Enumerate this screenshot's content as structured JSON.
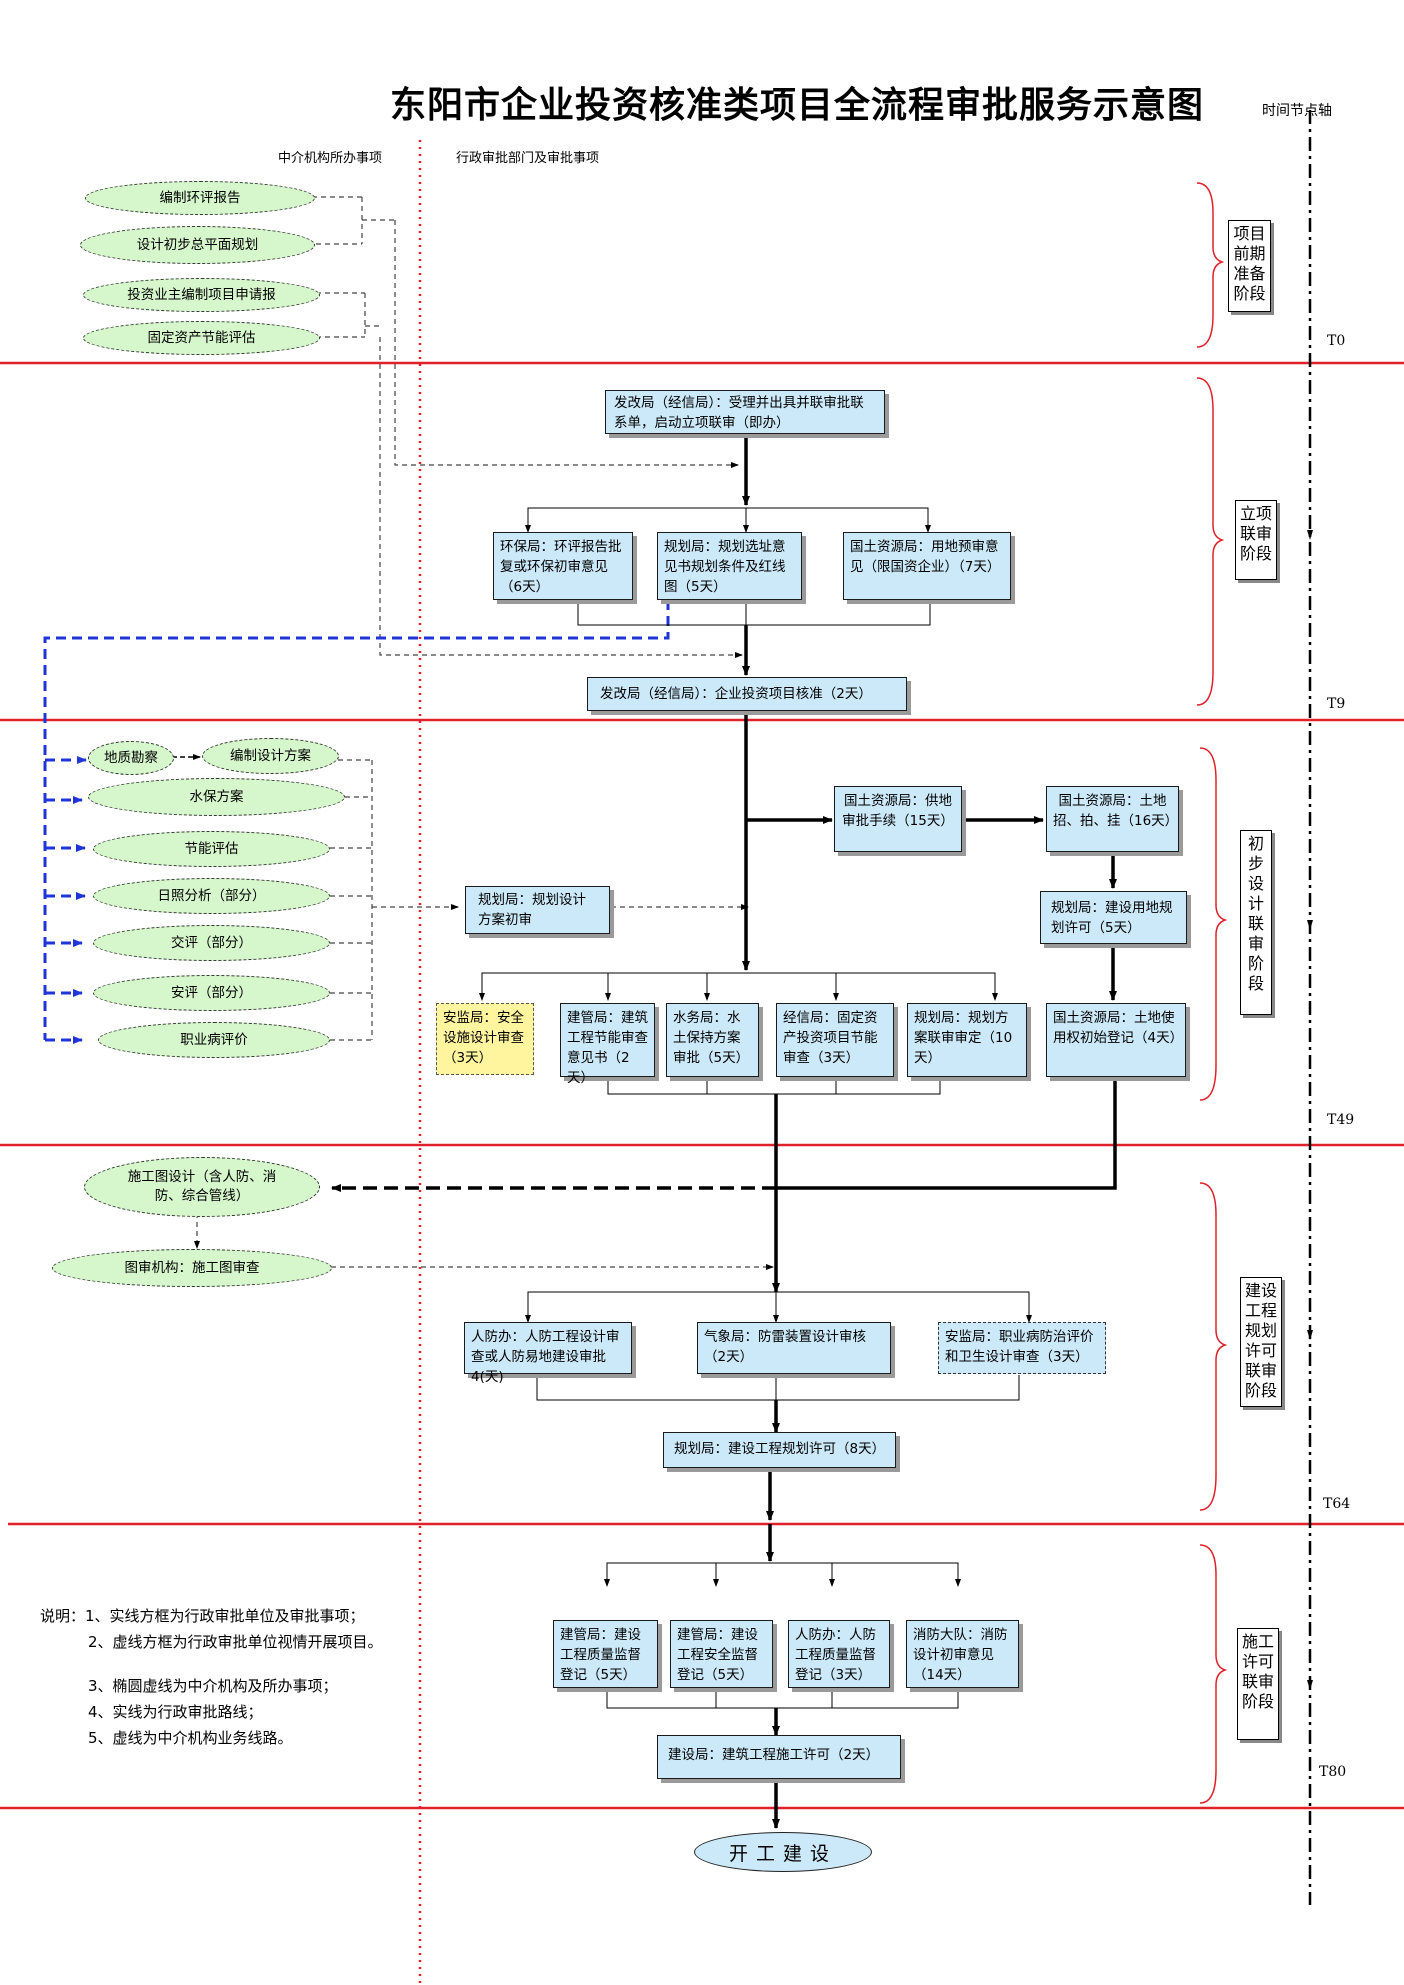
{
  "title": "东阳市企业投资核准类项目全流程审批服务示意图",
  "axis_label": "时间节点轴",
  "columns": {
    "agency": "中介机构所办事项",
    "admin": "行政审批部门及审批事项"
  },
  "stages": [
    "项目前期准备阶段",
    "立项联审阶段",
    "初步设计联审阶段",
    "建设工程规划许可联审阶段",
    "施工许可联审阶段"
  ],
  "time_nodes": [
    "T0",
    "T9",
    "T49",
    "T64",
    "T80"
  ],
  "agency_items": {
    "huanping": "编制环评报告",
    "pingmian": "设计初步总平面规划",
    "shenqing": "投资业主编制项目申请报",
    "jieneng": "固定资产节能评估",
    "dizhi": "地质勘察",
    "fangan": "编制设计方案",
    "shuibao": "水保方案",
    "jienengpg": "节能评估",
    "rizhao": "日照分析（部分）",
    "jiaoping": "交评（部分）",
    "anping": "安评（部分）",
    "zhiye": "职业病评价",
    "shigongtu": "施工图设计（含人防、消防、综合管线）",
    "tushen": "图审机构：施工图审查"
  },
  "boxes": {
    "fgj1": "发改局（经信局）：受理并出具并联审批联系单，启动立项联审（即办）",
    "hbj": "环保局：环评报告批复或环保初审意见（6天）",
    "ghj1": "规划局：规划选址意见书规划条件及红线图（5天）",
    "gtj1": "国土资源局：用地预审意见（限国资企业）（7天）",
    "fgj2": "发改局（经信局）：企业投资项目核准（2天）",
    "gtj2": "国土资源局：供地审批手续（15天）",
    "gtj3": "国土资源局：土地招、拍、挂（16天）",
    "ghj_yongdi": "规划局：建设用地规划许可（5天）",
    "gtj4": "国土资源局：土地使用权初始登记（4天）",
    "ghj_chushen": "规划局：规划设计方案初审",
    "ajj1": "安监局：安全设施设计审查（3天）",
    "jgj1": "建管局：建筑工程节能审查意见书（2天）",
    "swj": "水务局：水土保持方案审批（5天）",
    "jxj": "经信局：固定资产投资项目节能审查（3天）",
    "ghj_fangan": "规划局：规划方案联审审定（10天）",
    "rfb1": "人防办：人防工程设计审查或人防易地建设审批4(天)",
    "qxj": "气象局：防雷装置设计审核（2天）",
    "ajj2": "安监局：职业病防治评价和卫生设计审查（3天）",
    "ghj_xuke": "规划局：建设工程规划许可（8天）",
    "jgj2": "建管局：建设工程质量监督登记（5天）",
    "jgj3": "建管局：建设工程安全监督登记（5天）",
    "rfb2": "人防办：人防工程质量监督登记（3天）",
    "xfdd": "消防大队：消防设计初审意见（14天）",
    "jsj": "建设局：建筑工程施工许可（2天）"
  },
  "start_label": "开工建设",
  "notes": [
    "说明：1、实线方框为行政审批单位及审批事项；",
    "2、虚线方框为行政审批单位视情开展项目。",
    "3、椭圆虚线为中介机构及所办事项；",
    "4、实线为行政审批路线；",
    "5、虚线为中介机构业务线路。"
  ]
}
